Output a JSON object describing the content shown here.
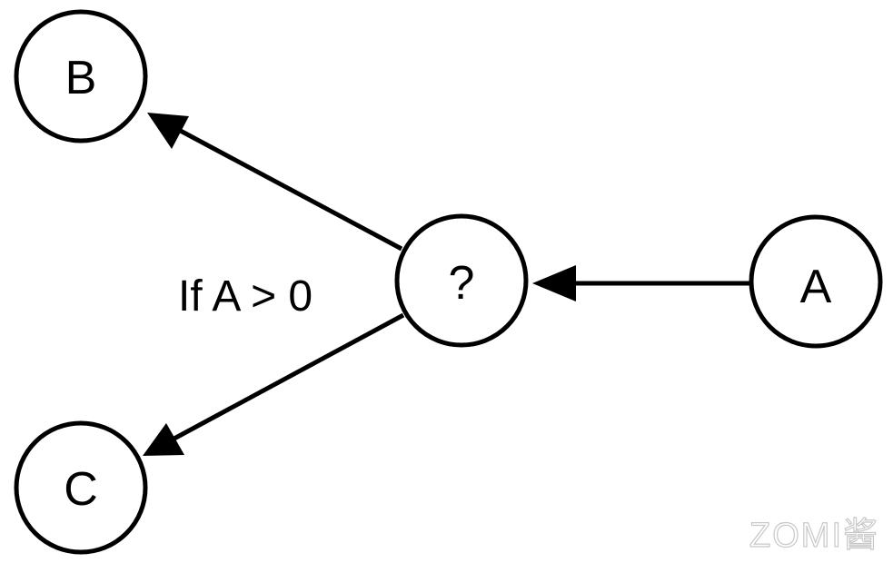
{
  "diagram": {
    "nodes": {
      "b": {
        "label": "B"
      },
      "c": {
        "label": "C"
      },
      "decision": {
        "label": "?"
      },
      "a": {
        "label": "A"
      }
    },
    "condition_label": "If A > 0",
    "edges": [
      {
        "from": "A",
        "to": "?"
      },
      {
        "from": "?",
        "to": "B"
      },
      {
        "from": "?",
        "to": "C"
      }
    ]
  },
  "watermark": "ZOMI酱",
  "colors": {
    "stroke": "#000000",
    "background": "#ffffff",
    "watermark_outline": "#c8c8c8"
  }
}
